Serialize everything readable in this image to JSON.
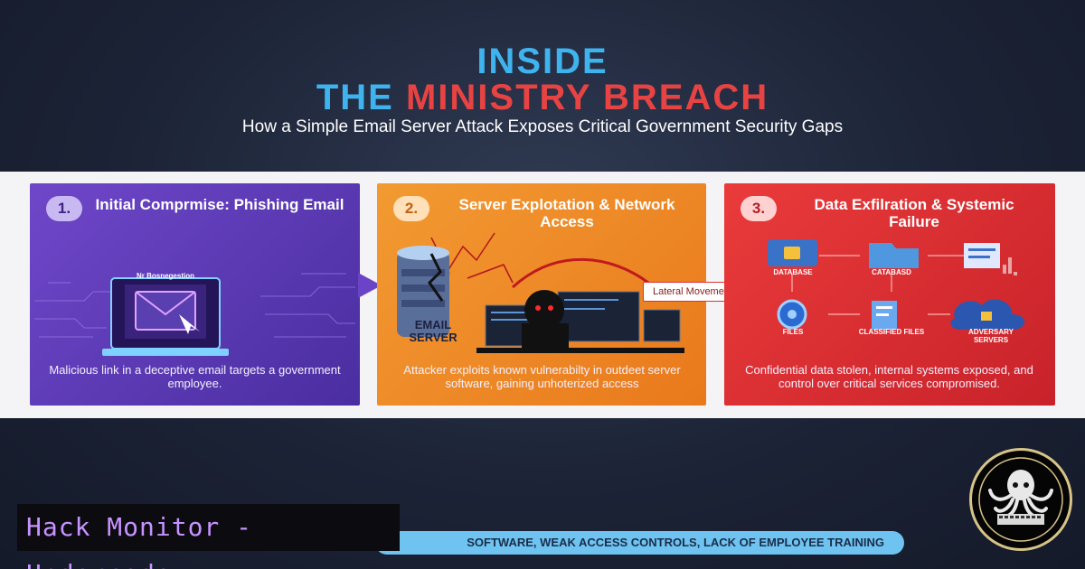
{
  "header": {
    "title_line1": "INSIDE",
    "title_line2_part1": "THE",
    "title_line2_part2": "MINISTRY BREACH",
    "subtitle": "How a Simple Email Server Attack Exposes Critical Government Security Gaps"
  },
  "panels": [
    {
      "number": "1.",
      "title": "Initial Comprmise: Phishing Email",
      "screen_caption": "Nr Bosnegestion",
      "description": "Malicious link in a deceptive email targets a government employee."
    },
    {
      "number": "2.",
      "title": "Server Explotation & Network Access",
      "server_label": "EMAIL SERVER",
      "description": "Attacker exploits known vulnerabilty in outdeet server software, gaining unhoterized access"
    },
    {
      "number": "3.",
      "title": "Data Exfilration & Systemic Failure",
      "nodes": [
        "DATABASE",
        "CATABASD",
        "FILES",
        "CLASSIFIED FILES",
        "ADVERSARY SERVERS"
      ],
      "description": "Confidential data stolen, internal systems exposed, and control over critical services compromised."
    }
  ],
  "lateral_movement": "Lateral Movement",
  "causes_bar": "SOFTWARE, WEAK ACCESS CONTROLS, LACK OF EMPLOYEE TRAINING",
  "brand": "Hack Monitor - Undercode",
  "colors": {
    "title_blue": "#3fb3ee",
    "title_red": "#e74343",
    "panel1": "#5b39b3",
    "panel2": "#ef8a27",
    "panel3": "#de2f33",
    "brand_text": "#c793ff"
  }
}
